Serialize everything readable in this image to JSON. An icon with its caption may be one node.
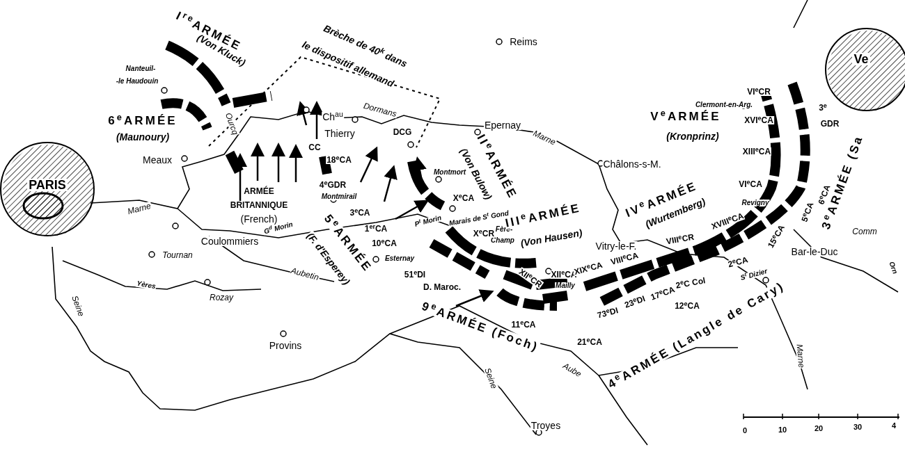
{
  "diagram": {
    "nodes": [
      {
        "text": [
          "PARIS"
        ]
      },
      {
        "text": [
          "Ve"
        ]
      }
    ],
    "labels": [
      "I$^{re}$ARMÉE",
      "(Von Kluck)",
      "Brèche de 40$^{k}$ dans",
      "le dispositif allemand",
      "Reims",
      "Nanteuil-",
      "-le Haudouin",
      "6$^{e}$ARMÉE",
      "(Maunoury)",
      "Ourcq",
      "Meaux",
      "Dormans",
      "Ch$^{au}$",
      "Thierry",
      "CC",
      "DCG",
      "Epernay",
      "Marne",
      "18$^{e}$CA",
      "II$^{e}$ARMÉE",
      "(Von Bulow)",
      "Montmort",
      "X$^{e}$CA",
      "ARMÉE",
      "BRITANNIQUE",
      "(French)",
      "4$^{e}$GDR",
      "Montmirail",
      "3$^{e}$CA",
      "1$^{er}$CA",
      "10$^{e}$CA",
      "Esternay",
      "5$^{e}$ARMÉE",
      "(F. d'Esperey)",
      "Coulommiers",
      "G$^{d}$ Morin",
      "Marne",
      "Tournan",
      "Yères",
      "Rozay",
      "Aubetin",
      "Seine",
      "Provins",
      "P$^{t}$ Morin",
      "Marais de S$^{t}$ Gond",
      "Fère-",
      "Champ",
      "X$^{e}$CR",
      "III$^{e}$ARMÉE",
      "(Von Hausen)",
      "Vitry-le-F.",
      "51$^{e}$DI",
      "D. Maroc.",
      "9$^{e}$ARMÉE (Foch)",
      "XII$^{e}$CR",
      "XII$^{e}$CA",
      "Mailly",
      "XIX$^{e}$CA",
      "VIII$^{e}$CA",
      "VIII$^{e}$CR",
      "XVIII$^{e}$CA",
      "IV$^{e}$ARMÉE",
      "(Wurtemberg)",
      "Revigny",
      "VI$^{e}$CA",
      "Châlons-s-M.",
      "VI$^{e}$CR",
      "Clermont-en-Arg.",
      "V$^{e}$ARMÉE",
      "XVI$^{e}$CA",
      "(Kronprinz)",
      "XIII$^{e}$CA",
      "3$^{e}$",
      "GDR",
      "6$^{e}$CA",
      "5$^{e}$CA",
      "15$^{e}$CA",
      "3$^{e}$ARMÉE (Sa",
      "Comm",
      "Bar-le-Duc",
      "Orn",
      "2$^{e}$CA",
      "S$^{t}$ Dizier",
      "2$^{e}$C Col",
      "17$^{e}$CA",
      "23$^{e}$DI",
      "73$^{e}$DI",
      "12$^{e}$CA",
      "21$^{e}$CA",
      "11$^{e}$CA",
      "4$^{e}$ARMÉE (Langle de Cary)",
      "Aube",
      "Seine",
      "Marne",
      "Troyes",
      "0",
      "10",
      "20",
      "30",
      "4"
    ]
  }
}
